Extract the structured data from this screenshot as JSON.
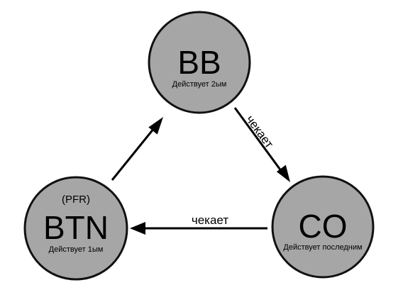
{
  "nodes": {
    "bb": {
      "title": "BB",
      "subtitle": "Действует 2ым"
    },
    "btn": {
      "prefix": "(PFR)",
      "title": "BTN",
      "subtitle": "Действует 1ым"
    },
    "co": {
      "title": "CO",
      "subtitle": "Действует последним"
    }
  },
  "edges": {
    "bb_to_co": {
      "label": "чекает"
    },
    "co_to_btn": {
      "label": "чекает"
    }
  },
  "colors": {
    "node_fill": "#a6a6a6",
    "node_stroke": "#111111",
    "arrow": "#000000"
  }
}
